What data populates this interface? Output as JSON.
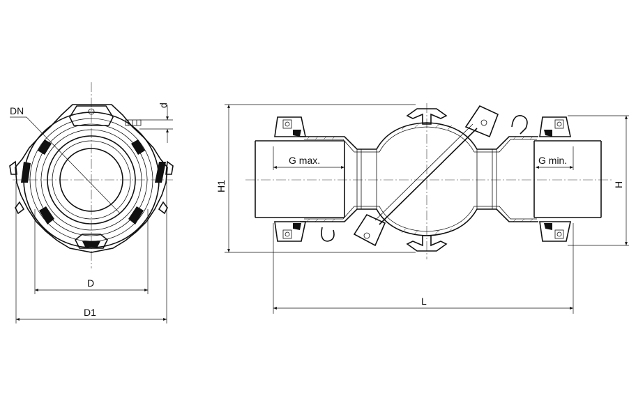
{
  "labels": {
    "dn": "DN",
    "d_small": "d",
    "d_outer": "D",
    "d1": "D1",
    "h1": "H1",
    "h": "H",
    "g_max": "G max.",
    "g_min": "G min.",
    "l": "L"
  }
}
